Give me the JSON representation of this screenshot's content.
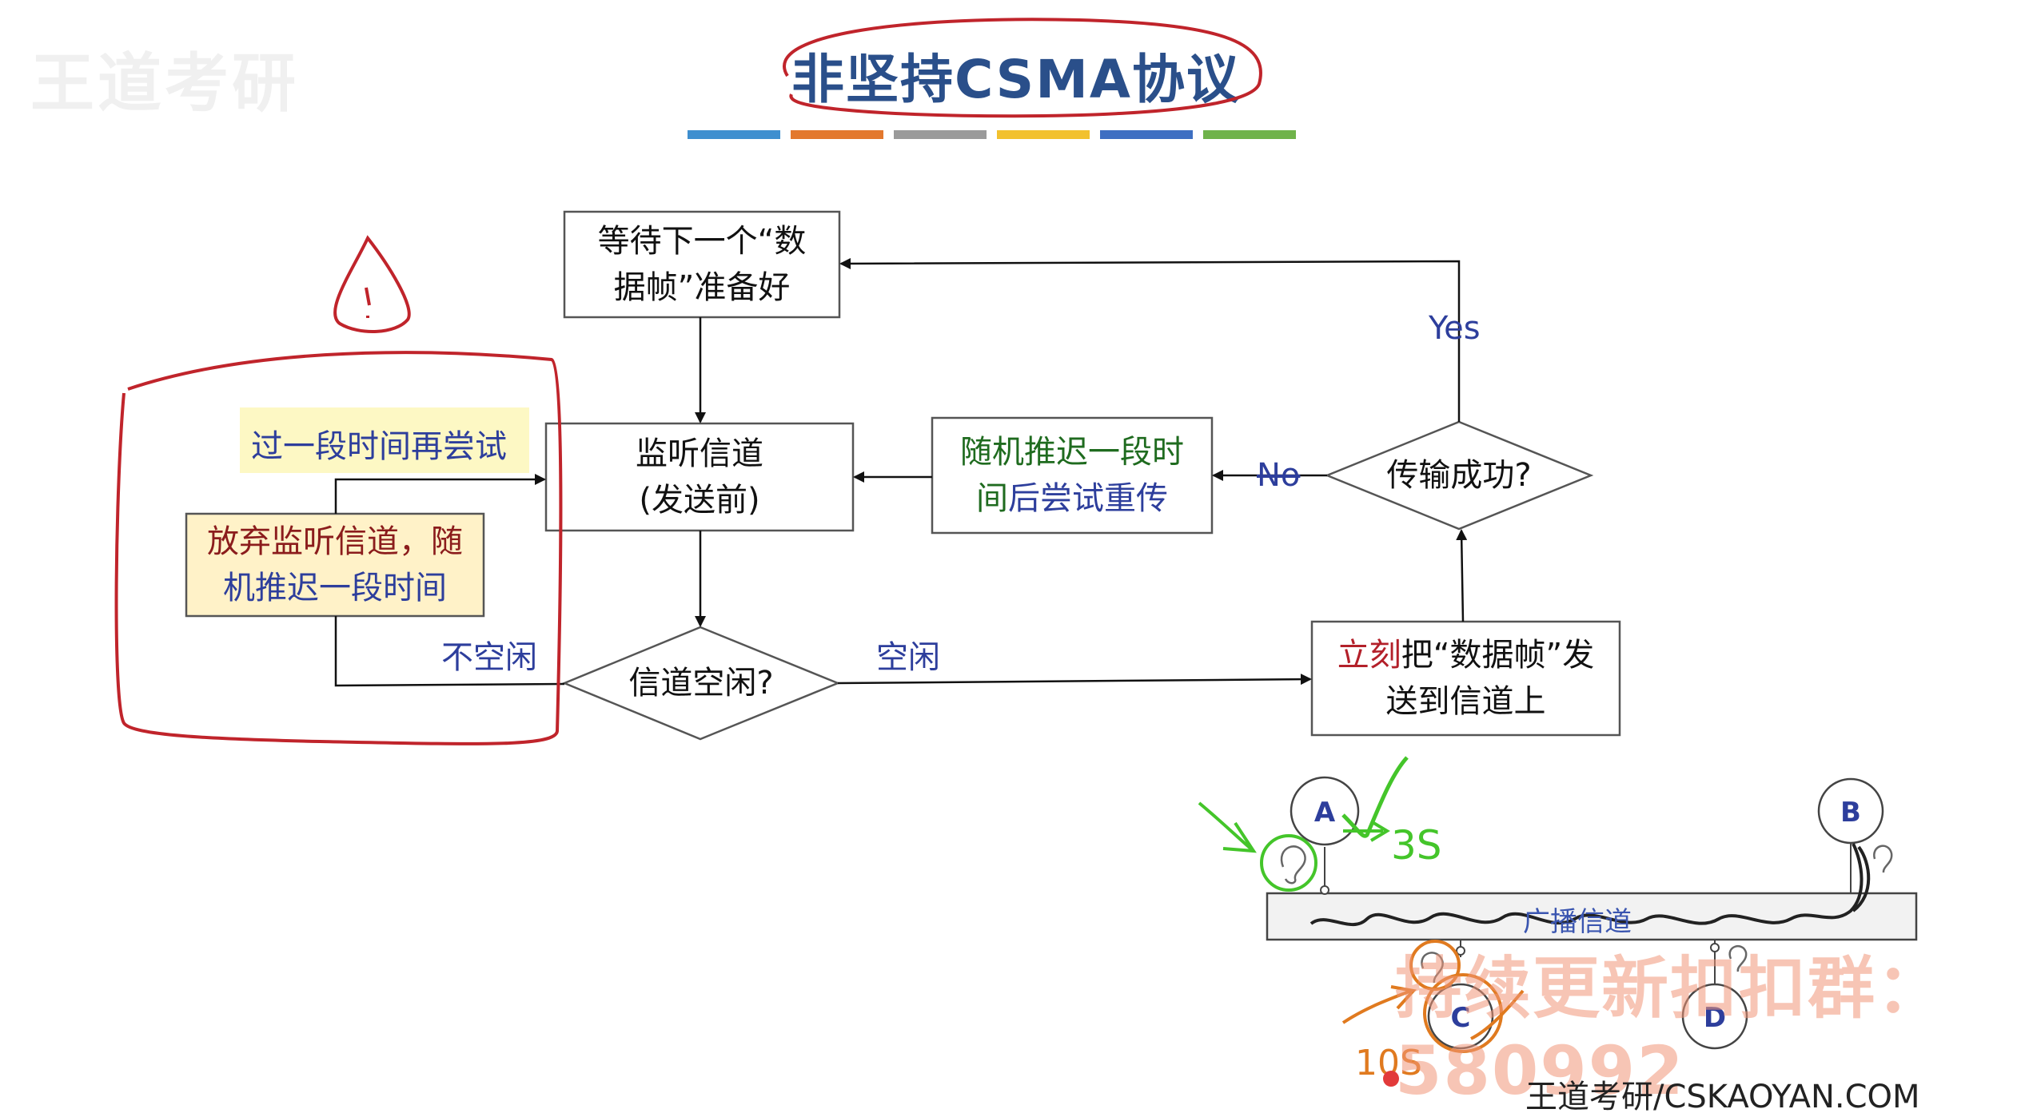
{
  "logo": "王道考研",
  "title": "非坚持CSMA协议",
  "color_bars": [
    "#3f8fcf",
    "#e3782d",
    "#9a9a9a",
    "#f2c12e",
    "#3e6fc2",
    "#6fb34a"
  ],
  "nodes": {
    "wait": {
      "line1": "等待下一个“数",
      "line2": "据帧”准备好"
    },
    "listen": {
      "line1": "监听信道",
      "line2": "(发送前)"
    },
    "idle_check": "信道空闲?",
    "send": {
      "line1_red": "立刻",
      "line1_black": "把“数据帧”发",
      "line2": "送到信道上"
    },
    "success_check": "传输成功?",
    "backoff": {
      "line1": "随机推迟一段时",
      "line2_green": "间",
      "line2_blue": "后尝试重传"
    },
    "giveup": {
      "line1": "放弃监听信道，随",
      "line2": "机推迟一段时间"
    }
  },
  "edge_labels": {
    "retry": "过一段时间再尝试",
    "busy": "不空闲",
    "idle": "空闲",
    "yes": "Yes",
    "no": "No"
  },
  "bus": {
    "label": "广播信道",
    "stations": [
      "A",
      "B",
      "C",
      "D"
    ],
    "annotation_a": "3S",
    "annotation_c": "10S"
  },
  "watermark": "持续更新扣扣群：580992",
  "footer": "王道考研/CSKAOYAN.COM"
}
